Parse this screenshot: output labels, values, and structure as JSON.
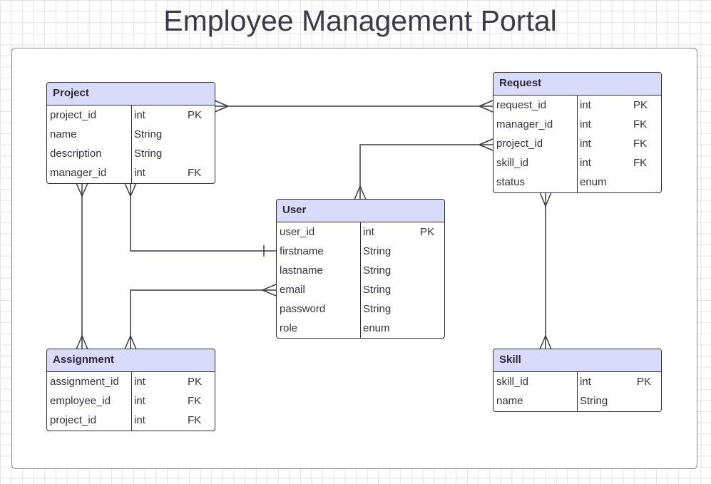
{
  "title": "Employee Management Portal",
  "entities": {
    "project": {
      "name": "Project",
      "attributes": [
        {
          "field": "project_id",
          "type": "int",
          "key": "PK"
        },
        {
          "field": "name",
          "type": "String",
          "key": ""
        },
        {
          "field": "description",
          "type": "String",
          "key": ""
        },
        {
          "field": "manager_id",
          "type": "int",
          "key": "FK"
        }
      ]
    },
    "request": {
      "name": "Request",
      "attributes": [
        {
          "field": "request_id",
          "type": "int",
          "key": "PK"
        },
        {
          "field": "manager_id",
          "type": "int",
          "key": "FK"
        },
        {
          "field": "project_id",
          "type": "int",
          "key": "FK"
        },
        {
          "field": "skill_id",
          "type": "int",
          "key": "FK"
        },
        {
          "field": "status",
          "type": "enum",
          "key": ""
        }
      ]
    },
    "user": {
      "name": "User",
      "attributes": [
        {
          "field": "user_id",
          "type": "int",
          "key": "PK"
        },
        {
          "field": "firstname",
          "type": "String",
          "key": ""
        },
        {
          "field": "lastname",
          "type": "String",
          "key": ""
        },
        {
          "field": "email",
          "type": "String",
          "key": ""
        },
        {
          "field": "password",
          "type": "String",
          "key": ""
        },
        {
          "field": "role",
          "type": "enum",
          "key": ""
        }
      ]
    },
    "assignment": {
      "name": "Assignment",
      "attributes": [
        {
          "field": "assignment_id",
          "type": "int",
          "key": "PK"
        },
        {
          "field": "employee_id",
          "type": "int",
          "key": "FK"
        },
        {
          "field": "project_id",
          "type": "int",
          "key": "FK"
        }
      ]
    },
    "skill": {
      "name": "Skill",
      "attributes": [
        {
          "field": "skill_id",
          "type": "int",
          "key": "PK"
        },
        {
          "field": "name",
          "type": "String",
          "key": ""
        }
      ]
    }
  },
  "relationships": [
    {
      "from": "Project",
      "to": "Request",
      "from_end": "many",
      "to_end": "many"
    },
    {
      "from": "Request",
      "to": "User",
      "from_end": "many",
      "to_end": "many"
    },
    {
      "from": "Project",
      "to": "User",
      "from_end": "many",
      "to_end": "one"
    },
    {
      "from": "User",
      "to": "Assignment",
      "from_end": "many",
      "to_end": "many"
    },
    {
      "from": "Project",
      "to": "Assignment",
      "from_end": "many",
      "to_end": "many"
    },
    {
      "from": "Request",
      "to": "Skill",
      "from_end": "many",
      "to_end": "many"
    }
  ]
}
